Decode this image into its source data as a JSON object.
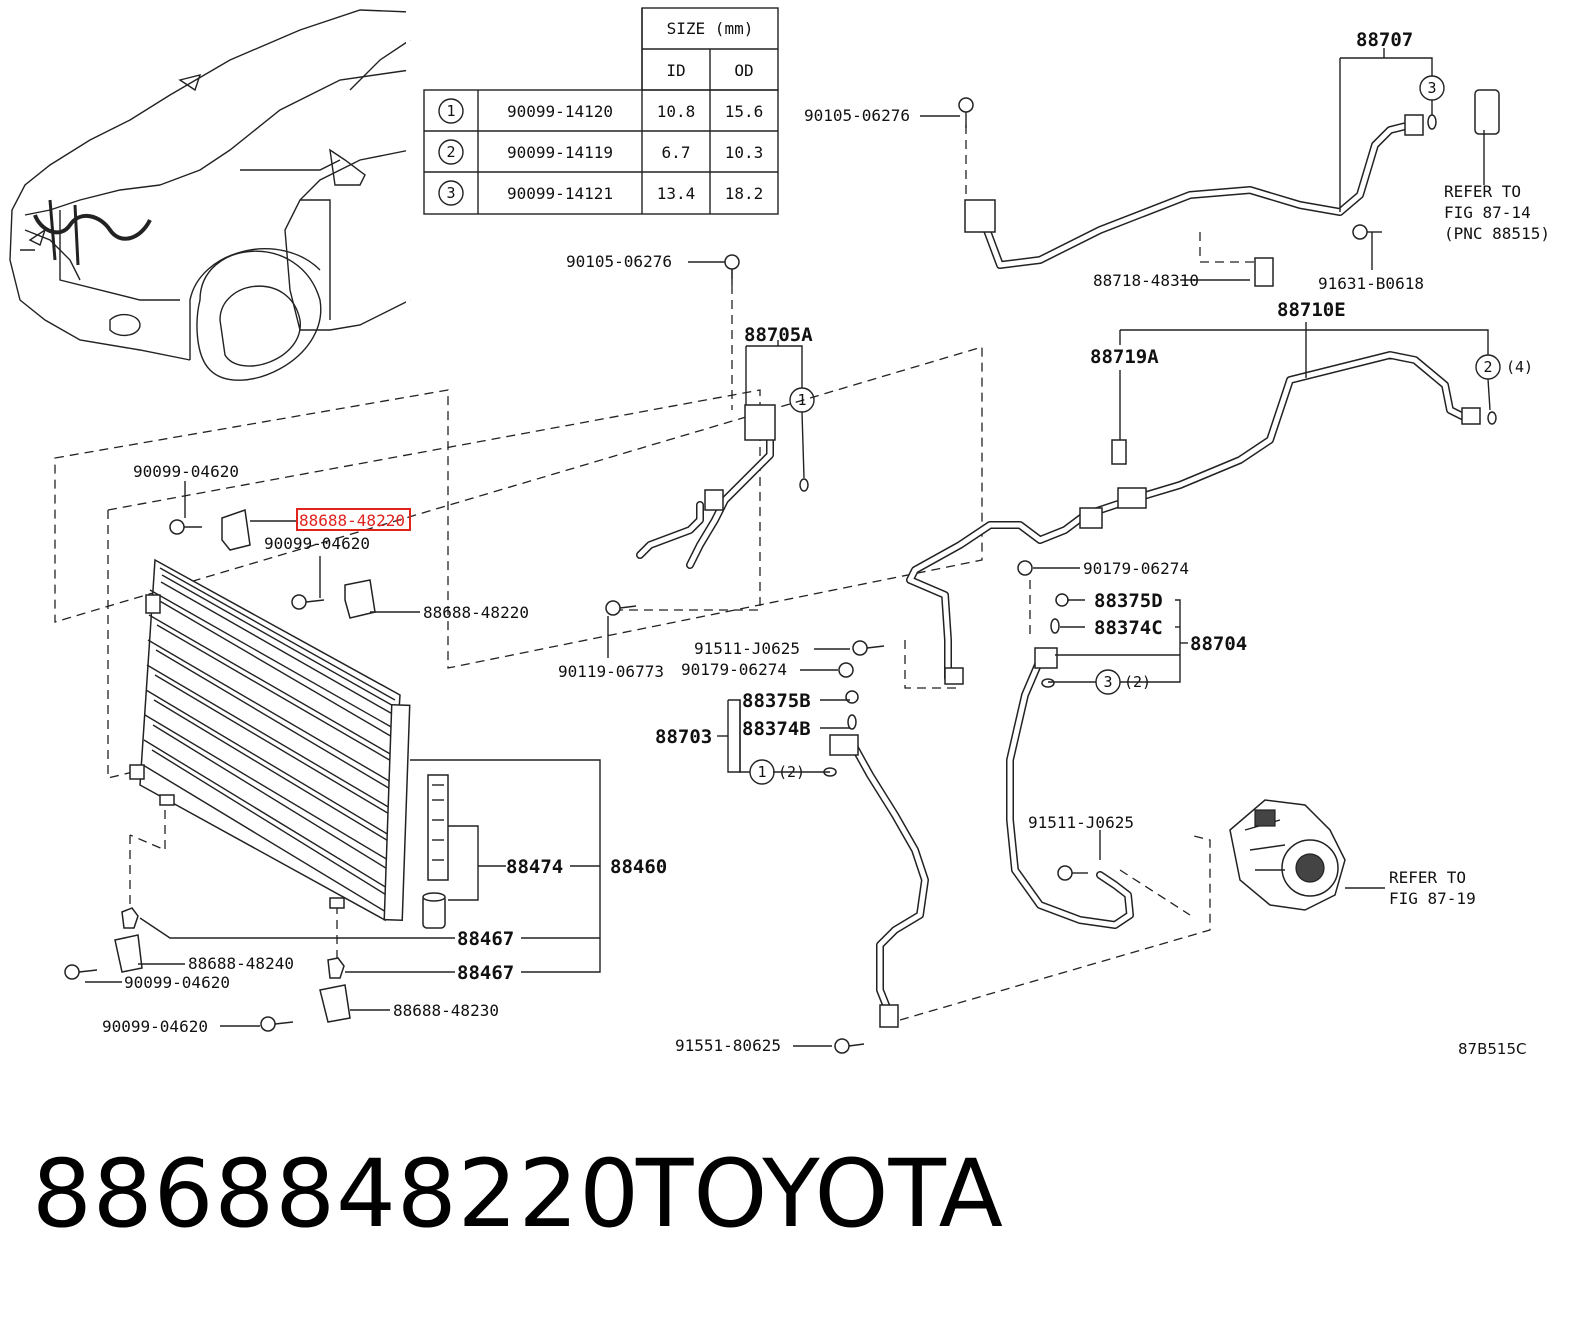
{
  "table": {
    "header_size": "SIZE (mm)",
    "col_id": "ID",
    "col_od": "OD",
    "rows": [
      {
        "num": "1",
        "part": "90099-14120",
        "id": "10.8",
        "od": "15.6"
      },
      {
        "num": "2",
        "part": "90099-14119",
        "id": "6.7",
        "od": "10.3"
      },
      {
        "num": "3",
        "part": "90099-14121",
        "id": "13.4",
        "od": "18.2"
      }
    ]
  },
  "labels": {
    "p88707": "88707",
    "p90105_a": "90105-06276",
    "p90105_b": "90105-06276",
    "refer_1_l1": "REFER TO",
    "refer_1_l2": "FIG 87-14",
    "refer_1_l3": "(PNC 88515)",
    "p88718": "88718-48310",
    "p91631": "91631-B0618",
    "p88710e": "88710E",
    "p88705a": "88705A",
    "p88719a": "88719A",
    "c1_top": "1",
    "c2_right": "2",
    "c2_right_count": "(4)",
    "c3_top": "3",
    "p90099_a": "90099-04620",
    "p88688_highlight": "88688-48220",
    "p90099_b": "90099-04620",
    "p88688_b": "88688-48220",
    "p90119": "90119-06773",
    "p91511_a": "91511-J0625",
    "p90179_a": "90179-06274",
    "p90179_b": "90179-06274",
    "p88375d": "88375D",
    "p88374c": "88374C",
    "p88704": "88704",
    "c3_mid": "3",
    "c3_mid_count": "(2)",
    "p88375b": "88375B",
    "p88374b": "88374B",
    "p88703": "88703",
    "c1_mid": "1",
    "c1_mid_count": "(2)",
    "p88474": "88474",
    "p88460": "88460",
    "p88467_a": "88467",
    "p88467_b": "88467",
    "p91511_b": "91511-J0625",
    "refer_2_l1": "REFER TO",
    "refer_2_l2": "FIG 87-19",
    "p88688_c": "88688-48240",
    "p90099_c": "90099-04620",
    "p88688_d": "88688-48230",
    "p90099_d": "90099-04620",
    "p91551": "91551-80625",
    "fig_code": "87B515C"
  },
  "footer": {
    "part_code": "8868848220",
    "brand": "TOYOTA"
  },
  "colors": {
    "highlight": "#e0231c",
    "ink": "#222222",
    "background": "#ffffff"
  }
}
